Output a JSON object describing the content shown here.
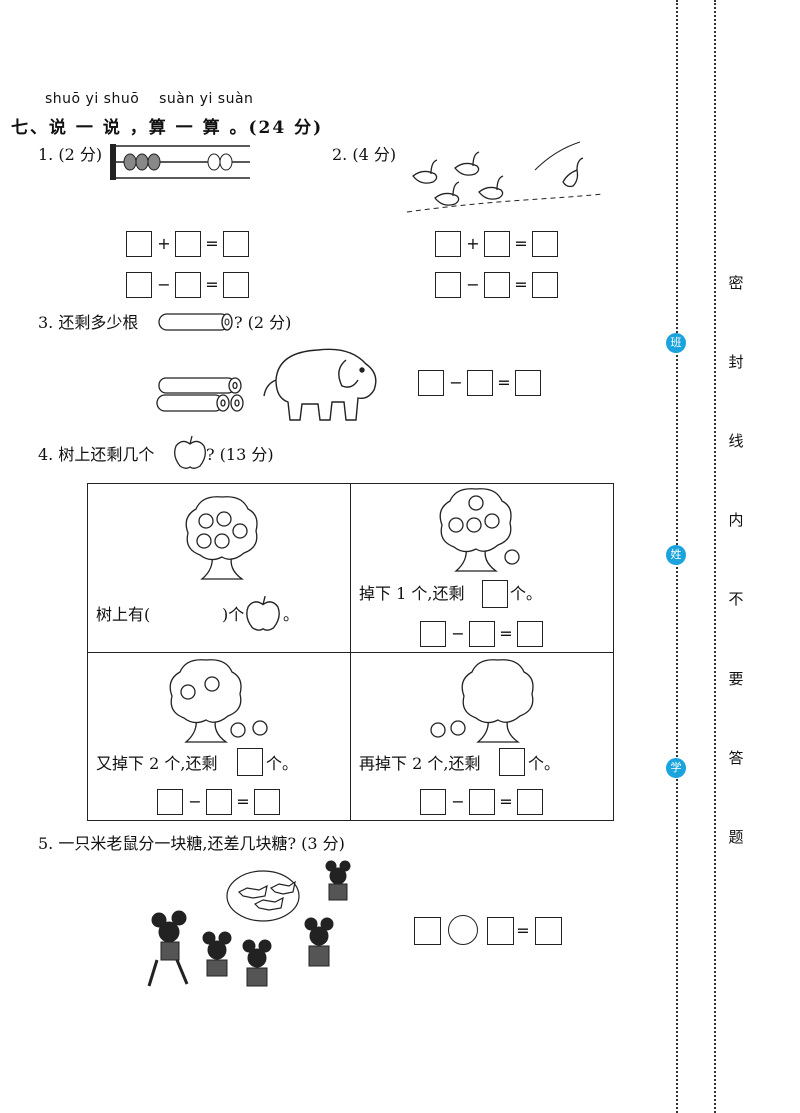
{
  "header": {
    "pinyin": "shuō yi shuō    suàn yi suàn",
    "title": "七、说 一 说 ，算 一 算 。(24 分)"
  },
  "q1": {
    "label": "1. (2 分)"
  },
  "q2": {
    "label": "2. (4 分)"
  },
  "q3": {
    "label": "3. 还剩多少根",
    "suffix": "? (2 分)"
  },
  "q4": {
    "label": "4. 树上还剩几个",
    "suffix": "? (13 分)",
    "cell1_text_a": "树上有(",
    "cell1_text_b": ")个",
    "cell1_text_c": "。",
    "cell2_text_a": "掉下 1 个,还剩",
    "cell2_text_b": "个。",
    "cell3_text_a": "又掉下 2 个,还剩",
    "cell3_text_b": "个。",
    "cell4_text_a": "再掉下 2 个,还剩",
    "cell4_text_b": "个。"
  },
  "q5": {
    "label": "5. 一只米老鼠分一块糖,还差几块糖? (3 分)"
  },
  "operators": {
    "plus": "+",
    "minus": "−",
    "equals": "="
  },
  "seal_line": {
    "chars": [
      "密",
      "封",
      "线",
      "内",
      "不",
      "要",
      "答",
      "题"
    ],
    "marks": [
      "班",
      "姓",
      "学"
    ]
  },
  "colors": {
    "mark": "#1aa3dd"
  }
}
